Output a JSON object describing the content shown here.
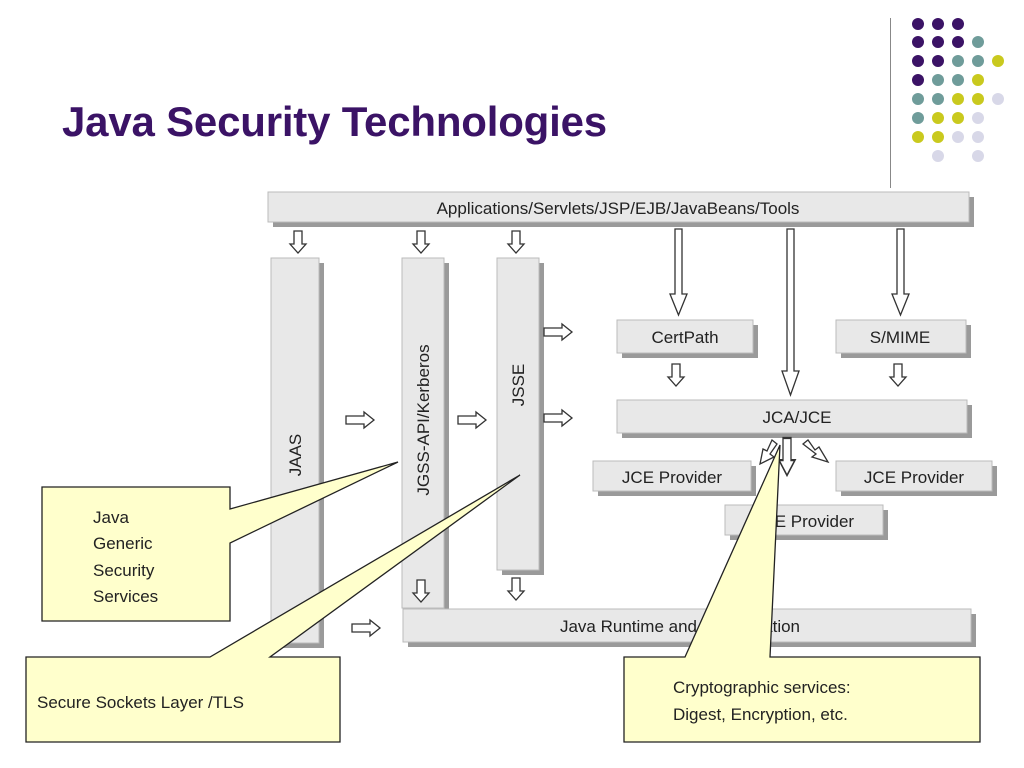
{
  "slide": {
    "title": "Java Security Technologies"
  },
  "diagram": {
    "top_bar": "Applications/Servlets/JSP/EJB/JavaBeans/Tools",
    "jaas": "JAAS",
    "jgss": "JGSS-API/Kerberos",
    "jsse": "JSSE",
    "certpath": "CertPath",
    "smime": "S/MIME",
    "jcajce": "JCA/JCE",
    "provider_left": "JCE Provider",
    "provider_right": "JCE Provider",
    "provider_middle": "JCE Provider",
    "runtime": "Java Runtime and Authorization"
  },
  "callouts": {
    "jgss": [
      "Java",
      "Generic",
      "Security",
      "Services"
    ],
    "jsse": "Secure Sockets Layer /TLS",
    "jca": [
      "Cryptographic services:",
      "Digest, Encryption, etc."
    ]
  },
  "colors": {
    "title": "#3b1366",
    "box_fill": "#e8e8e8",
    "box_shadow": "#9a9a9a",
    "callout_fill": "#ffffcc",
    "dot_purple": "#3b1366",
    "dot_teal": "#6f9c9a",
    "dot_yellow": "#c9c91e",
    "dot_lavender": "#d8d8e8"
  }
}
